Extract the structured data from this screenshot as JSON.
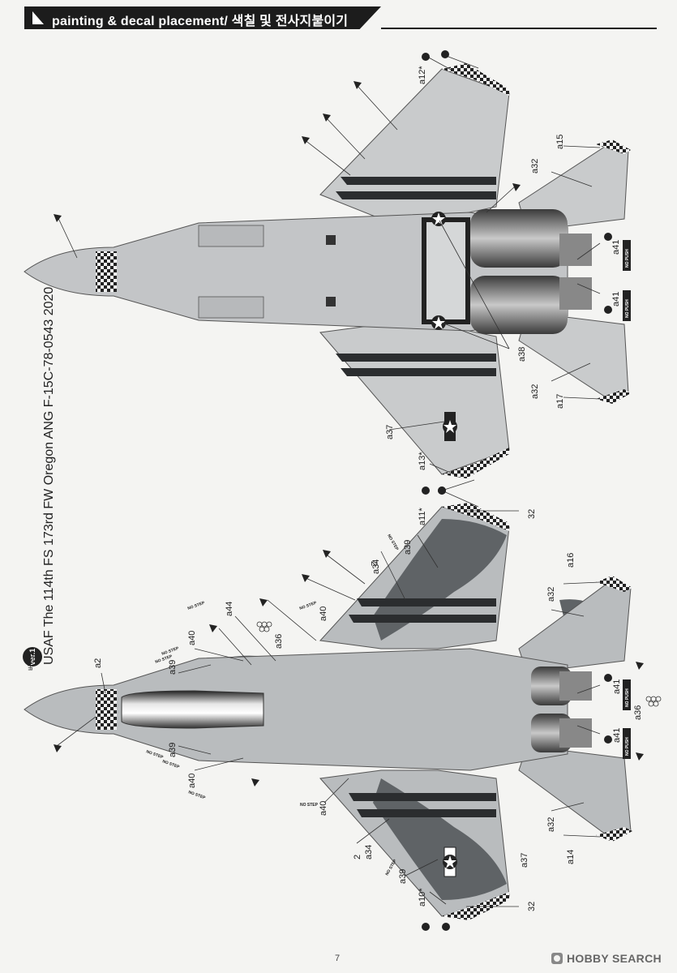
{
  "header": {
    "title": "painting & decal placement/ 색칠 및 전사지붙이기"
  },
  "version": {
    "badge": "ver.1",
    "badge_ko": "버전1",
    "title": "USAF The 114th FS 173rd FW Oregon ANG F-15C-78-0543 2020"
  },
  "top_view": {
    "callouts": [
      "a12*",
      "a15",
      "a32",
      "a41",
      "a41",
      "a38",
      "a32",
      "a17",
      "a37",
      "a13*"
    ]
  },
  "bottom_view": {
    "callouts": [
      "a2",
      "a39",
      "a40",
      "a44",
      "a36",
      "a40",
      "a34",
      "a39",
      "a11*",
      "32",
      "a16",
      "a32",
      "a41",
      "a36",
      "a41",
      "a39",
      "a40",
      "a40",
      "a34",
      "a39",
      "a10*",
      "32",
      "a37",
      "a32",
      "a14",
      "2",
      "2"
    ],
    "stencil": "NO STEP",
    "push_label": "NO PUSH"
  },
  "page_number": "7",
  "watermark": "HOBBY SEARCH",
  "colors": {
    "camo_grey": "#b9bcbe",
    "dark_grey": "#5f6366",
    "stripe": "#2b2d2f",
    "header_bg": "#1c1c1c"
  }
}
